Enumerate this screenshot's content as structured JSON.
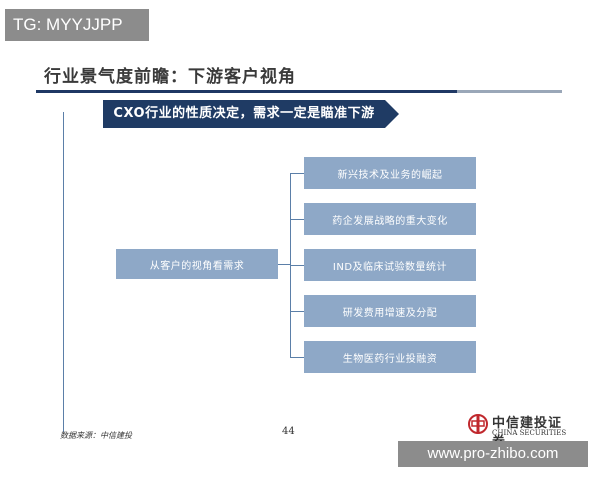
{
  "watermark_top_left": "TG: MYYJJPP",
  "slide": {
    "title": "行业景气度前瞻：下游客户视角",
    "banner": "CXO行业的性质决定，需求一定是瞄准下游",
    "root": "从客户的视角看需求",
    "branches": [
      "新兴技术及业务的崛起",
      "药企发展战略的重大变化",
      "IND及临床试验数量统计",
      "研发费用增速及分配",
      "生物医药行业投融资"
    ],
    "source": "数据来源：中信建投",
    "page_number": "44"
  },
  "logo": {
    "cn": "中信建投证券",
    "en": "CHINA SECURITIES"
  },
  "watermark_bottom_right": "www.pro-zhibo.com",
  "colors": {
    "dark_blue": "#1f3b64",
    "box_blue": "#8ea8c7",
    "line_blue": "#5b7fa8",
    "watermark_gray": "#8c8c8c"
  }
}
